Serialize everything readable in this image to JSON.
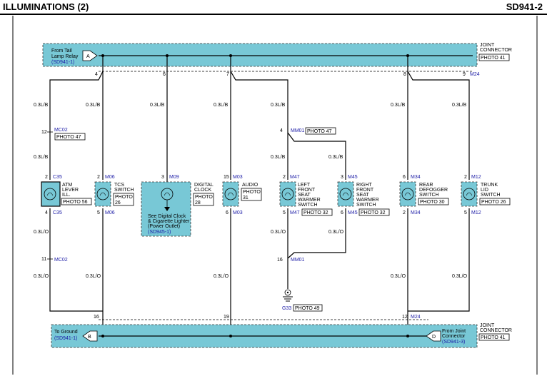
{
  "header": {
    "title": "ILLUMINATIONS (2)",
    "code": "SD941-2"
  },
  "top_bus": {
    "connector_label": "JOINT CONNECTOR",
    "photo": "PHOTO 41",
    "source_text_1": "From Tail",
    "source_text_2": "Lamp Relay",
    "source_ref": "(SD941-1)",
    "source_letter": "A",
    "connector_id": "M24",
    "pins": [
      "4",
      "6",
      "7",
      "8",
      "9"
    ]
  },
  "bottom_bus": {
    "connector_label": "JOINT CONNECTOR",
    "photo": "PHOTO 41",
    "left_text": "To Ground",
    "left_ref": "(SD941-1)",
    "left_letter": "B",
    "right_text_1": "From Joint",
    "right_text_2": "Connector",
    "right_ref": "(SD941-3)",
    "right_letter": "D",
    "connector_id": "M24",
    "pins": [
      "16",
      "19",
      "12"
    ]
  },
  "wires": {
    "lb": "0.3L/B",
    "lo": "0.3L/O"
  },
  "atm": {
    "conn_top": "MC02",
    "pin_top": "12",
    "photo_top": "PHOTO 47",
    "c35_pin_top": "2",
    "c35": "C35",
    "c35_pin_bot": "4",
    "name_1": "ATM",
    "name_2": "LEVER",
    "name_3": "ILL.",
    "photo": "PHOTO 56",
    "conn_bot": "MC02",
    "pin_bot": "11"
  },
  "tcs": {
    "pin_top": "2",
    "conn": "M06",
    "pin_bot": "5",
    "name_1": "TCS",
    "name_2": "SWITCH",
    "photo_1": "PHOTO",
    "photo_2": "26"
  },
  "clock": {
    "pin_top": "3",
    "conn": "M09",
    "name_1": "DIGITAL",
    "name_2": "CLOCK",
    "photo_1": "PHOTO",
    "photo_2": "28",
    "note_1": "See Digital Clock",
    "note_2": "& Cigarette Lighter",
    "note_3": "(Power Outlet)",
    "note_ref": "(SD945-1)"
  },
  "audio": {
    "pin_top": "15",
    "conn": "M03",
    "pin_bot": "6",
    "name": "AUDIO",
    "photo_1": "PHOTO",
    "photo_2": "31"
  },
  "lfs": {
    "mm_pin": "4",
    "mm": "MM01",
    "mm_photo": "PHOTO 47",
    "pin_top": "2",
    "conn": "M47",
    "pin_bot": "5",
    "name_1": "LEFT",
    "name_2": "FRONT",
    "name_3": "SEAT",
    "name_4": "WARMER",
    "name_5": "SWITCH",
    "photo": "PHOTO 32",
    "mm_pin_bot": "16",
    "mm_bot": "MM01",
    "ground": "G33",
    "ground_photo": "PHOTO 49"
  },
  "rfs": {
    "pin_top": "3",
    "conn": "M45",
    "pin_bot": "6",
    "name_1": "RIGHT",
    "name_2": "FRONT",
    "name_3": "SEAT",
    "name_4": "WARMER",
    "name_5": "SWITCH",
    "photo": "PHOTO 32"
  },
  "rdf": {
    "pin_top": "6",
    "conn": "M34",
    "pin_bot": "2",
    "name_1": "REAR",
    "name_2": "DEFOGGER",
    "name_3": "SWITCH",
    "photo": "PHOTO 30"
  },
  "trunk": {
    "pin_top": "2",
    "conn": "M12",
    "pin_bot": "5",
    "name_1": "TRUNK",
    "name_2": "LID",
    "name_3": "SWITCH",
    "photo": "PHOTO 26"
  }
}
